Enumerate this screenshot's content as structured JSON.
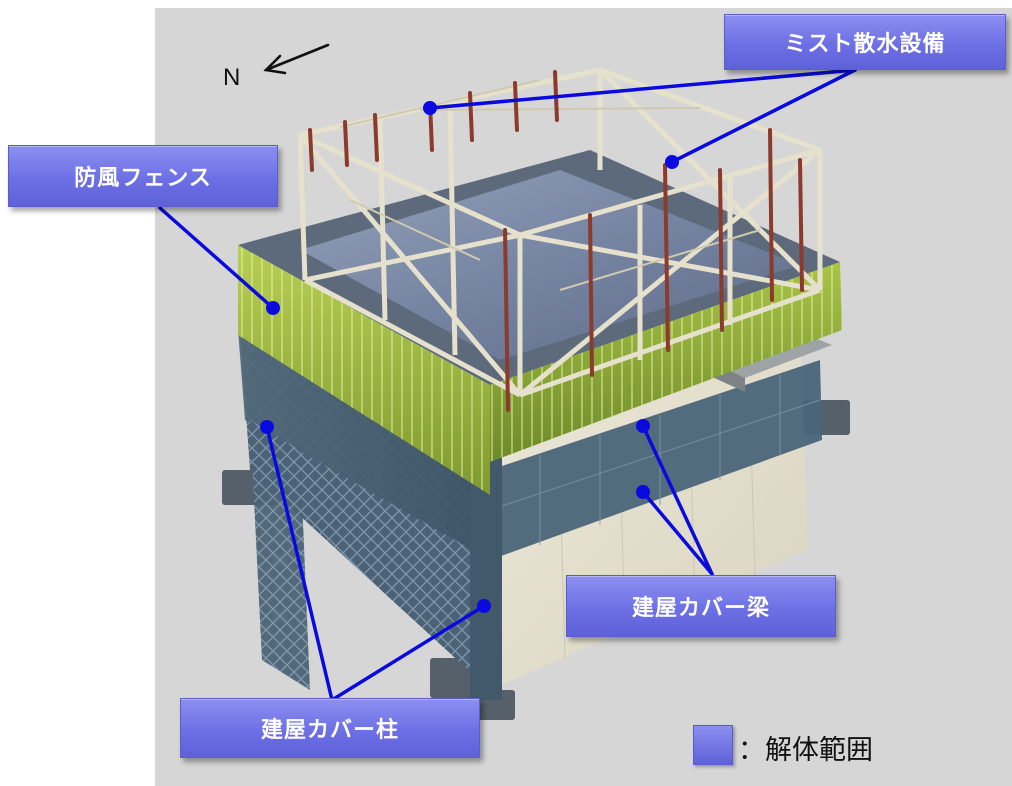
{
  "north": {
    "letter": "N"
  },
  "labels": {
    "mist": "ミスト散水設備",
    "windfence": "防風フェンス",
    "beam": "建屋カバー梁",
    "column": "建屋カバー柱"
  },
  "legend": {
    "text": "：解体範囲"
  },
  "colors": {
    "label_fill": "#6d70e4",
    "leader_line": "#0a0adf",
    "fence_green": "#a7c23a",
    "frame_beige": "#e6e1cc",
    "steel_blue": "#4e6a7f",
    "background": "#d7d7d7"
  }
}
